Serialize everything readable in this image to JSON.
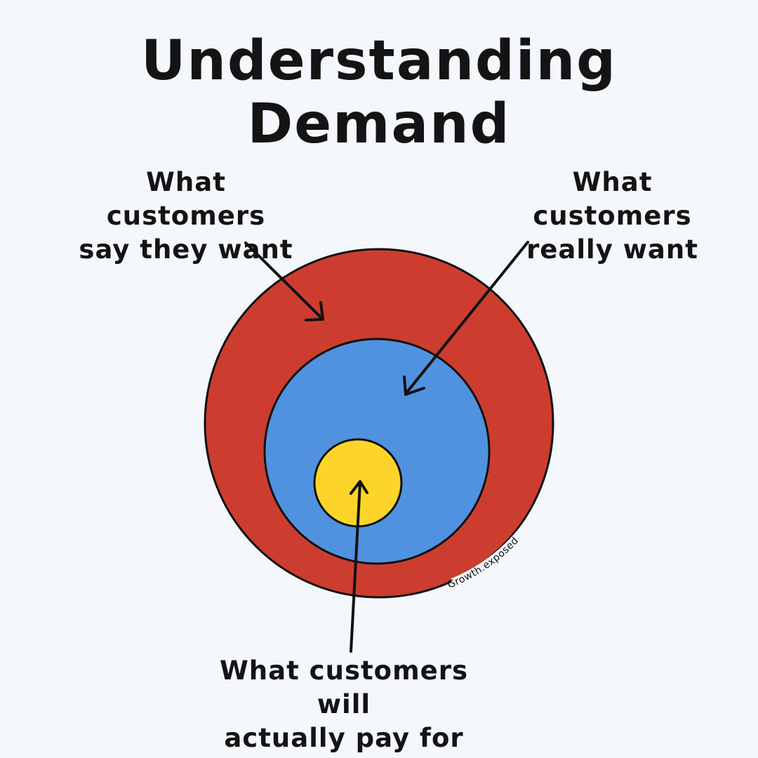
{
  "title": "Understanding Demand",
  "labels": {
    "say_want": [
      "What customers",
      "say they want"
    ],
    "really_want": [
      "What customers",
      "really want"
    ],
    "pay_for": [
      "What customers will",
      "actually pay for"
    ]
  },
  "watermark": "Growth.exposed",
  "colors": {
    "background": "#f4f7fc",
    "outer": "#cc3d2f",
    "middle": "#5092e0",
    "inner": "#fdd52a",
    "stroke": "#111111"
  }
}
